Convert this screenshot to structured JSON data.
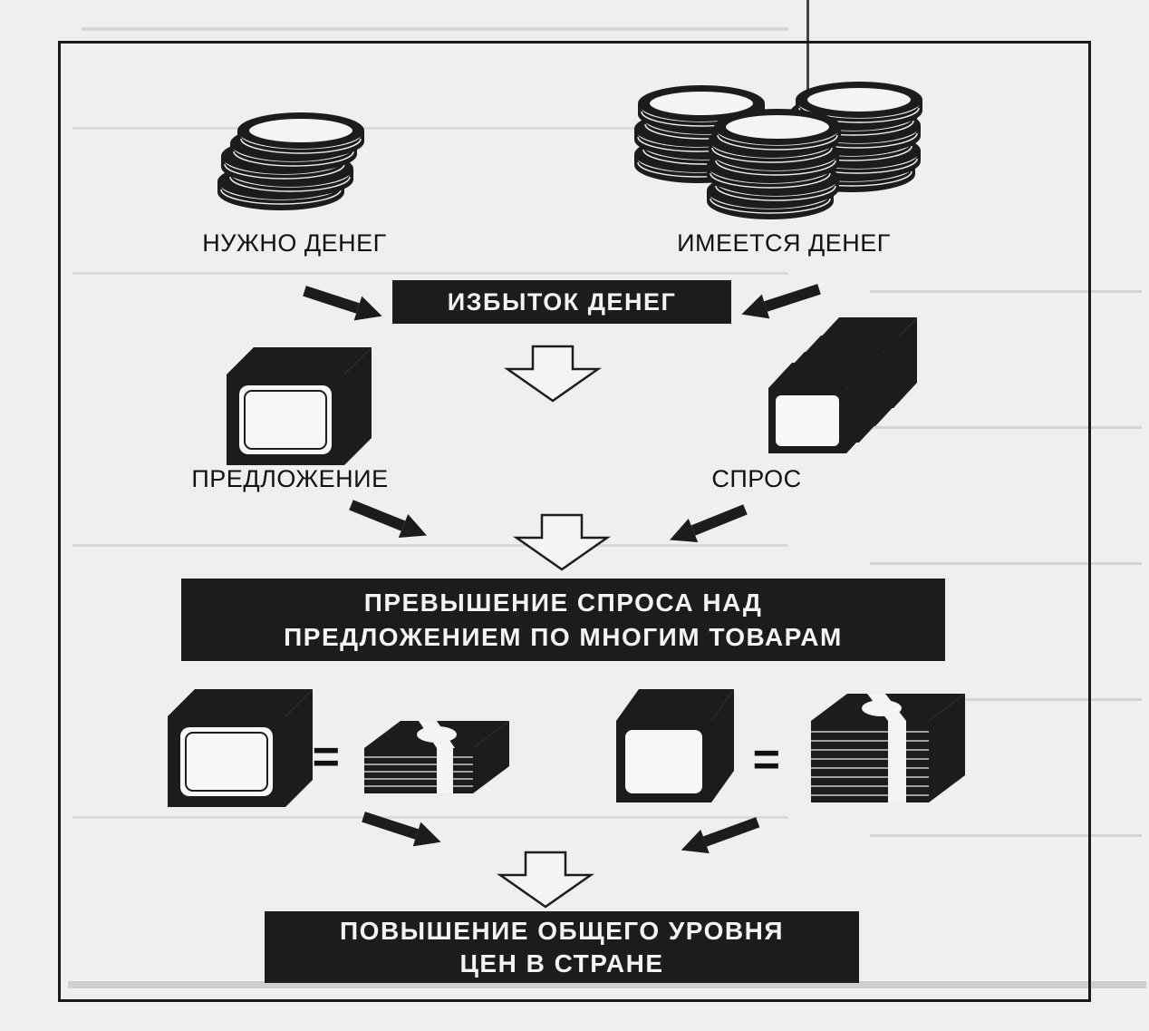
{
  "diagram": {
    "labels": {
      "money_needed": "НУЖНО ДЕНЕГ",
      "money_available": "ИМЕЕТСЯ ДЕНЕГ",
      "supply": "ПРЕДЛОЖЕНИЕ",
      "demand": "СПРОС"
    },
    "boxes": {
      "money_surplus": "ИЗБЫТОК ДЕНЕГ",
      "excess_demand_line1": "ПРЕВЫШЕНИЕ СПРОСА НАД",
      "excess_demand_line2": "ПРЕДЛОЖЕНИЕМ ПО МНОГИМ ТОВАРАМ",
      "price_rise_line1": "ПОВЫШЕНИЕ ОБЩЕГО УРОВНЯ",
      "price_rise_line2": "ЦЕН В СТРАНЕ"
    },
    "equals_sign": "="
  },
  "colors": {
    "ink": "#1c1c1c",
    "paper": "#efefef",
    "bleed": "#c9c9c9"
  },
  "icons": [
    "coin-stack-icon",
    "tv-icon",
    "money-bundle-icon",
    "arrow-icon"
  ]
}
